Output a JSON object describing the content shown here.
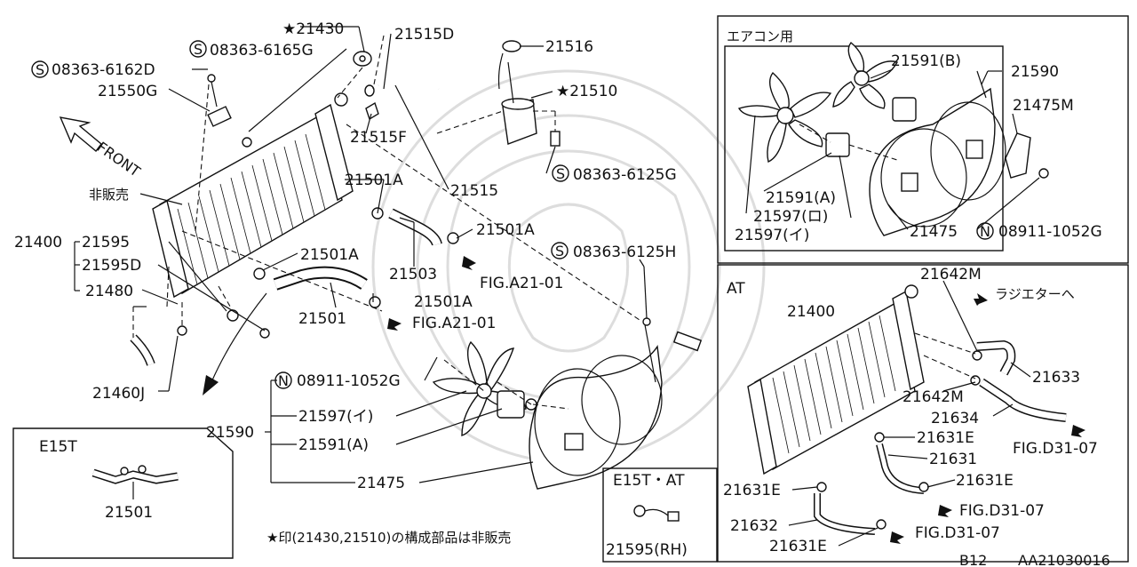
{
  "labels": {
    "l21430": "★21430",
    "l08363_6165G": "08363-6165G",
    "l21515D": "21515D",
    "l21516": "21516",
    "l08363_6162D": "08363-6162D",
    "l21550G": "21550G",
    "l21510": "★21510",
    "l21515F": "21515F",
    "front": "FRONT",
    "l08363_6125G": "08363-6125G",
    "hihanbai": "非販売",
    "l21501A_1": "21501A",
    "l21515": "21515",
    "l21501A_2": "21501A",
    "l21400_main": "21400",
    "l21595": "21595",
    "l21595D": "21595D",
    "l21480": "21480",
    "l21501A_3": "21501A",
    "l21503": "21503",
    "l08363_6125H": "08363-6125H",
    "figA21_1": "FIG.A21-01",
    "l21501A_4": "21501A",
    "l21501_main": "21501",
    "figA21_2": "FIG.A21-01",
    "l21460J": "21460J",
    "l08911_1052G_main": "08911-1052G",
    "l21590_main": "21590",
    "l21597i": "21597(イ)",
    "l21591A_main": "21591(A)",
    "l21475_main": "21475",
    "e15t": "E15T",
    "l21501_e15t": "21501",
    "e15t_at": "E15T・AT",
    "l21595rh": "21595(RH)",
    "footnote": "★印(21430,21510)の構成部品は非販売",
    "s_mark": "S",
    "n_mark": "N",
    "aircon_title": "エアコン用",
    "ac_21591B": "21591(B)",
    "ac_21590": "21590",
    "ac_21475M": "21475M",
    "ac_21591A": "21591(A)",
    "ac_21597ro": "21597(ロ)",
    "ac_21597i": "21597(イ)",
    "ac_21475": "21475",
    "ac_08911": "08911-1052G",
    "at_title": "AT",
    "at_21642M_1": "21642M",
    "at_radiator": "ラジエターへ",
    "at_21400": "21400",
    "at_21633": "21633",
    "at_21642M_2": "21642M",
    "at_21634": "21634",
    "at_21631E_1": "21631E",
    "at_figD31_1": "FIG.D31-07",
    "at_21631": "21631",
    "at_21631E_2": "21631E",
    "at_21631E_3": "21631E",
    "at_figD31_2": "FIG.D31-07",
    "at_21632": "21632",
    "at_21631E_4": "21631E",
    "at_figD31_3": "FIG.D31-07",
    "footer_b12": "B12",
    "footer_code": "AA21030016"
  }
}
